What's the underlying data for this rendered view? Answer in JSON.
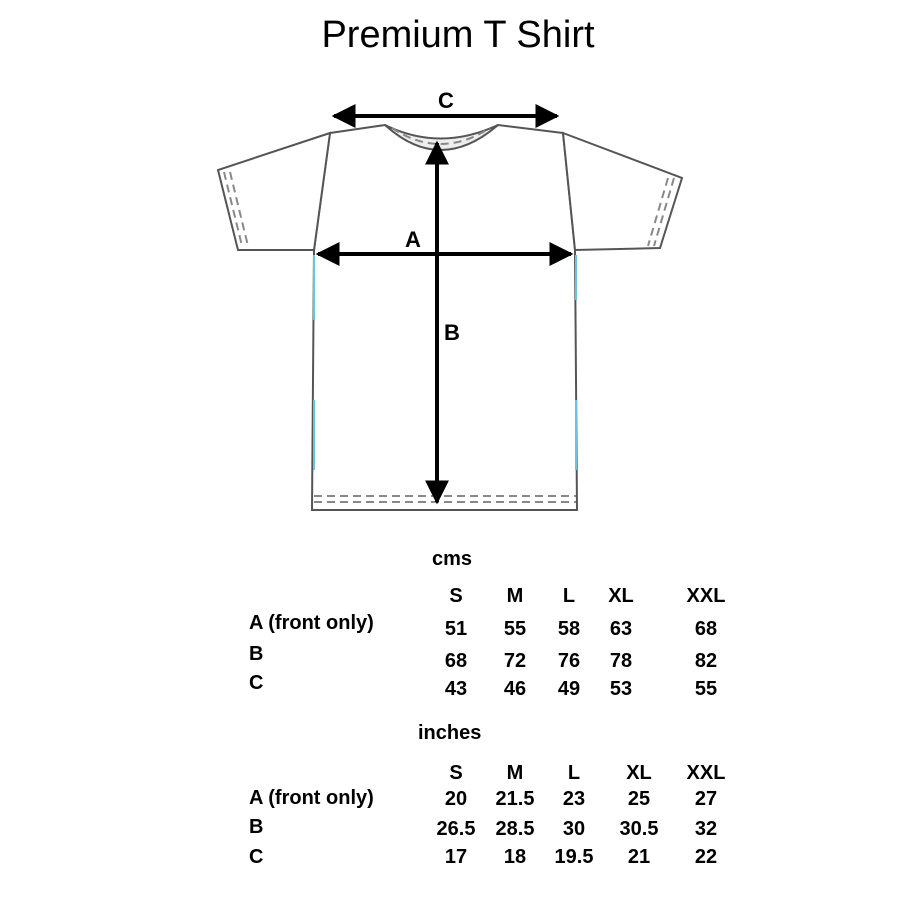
{
  "title": "Premium T Shirt",
  "diagram": {
    "label_a": "A",
    "label_b": "B",
    "label_c": "C"
  },
  "tables": [
    {
      "unit": "cms",
      "sizes": [
        "S",
        "M",
        "L",
        "XL",
        "XXL"
      ],
      "rows": [
        {
          "label": "A (front only)",
          "values": [
            "51",
            "55",
            "58",
            "63",
            "68"
          ]
        },
        {
          "label": "B",
          "values": [
            "68",
            "72",
            "76",
            "78",
            "82"
          ]
        },
        {
          "label": "C",
          "values": [
            "43",
            "46",
            "49",
            "53",
            "55"
          ]
        }
      ]
    },
    {
      "unit": "inches",
      "sizes": [
        "S",
        "M",
        "L",
        "XL",
        "XXL"
      ],
      "rows": [
        {
          "label": "A (front only)",
          "values": [
            "20",
            "21.5",
            "23",
            "25",
            "27"
          ]
        },
        {
          "label": "B",
          "values": [
            "26.5",
            "28.5",
            "30",
            "30.5",
            "32"
          ]
        },
        {
          "label": "C",
          "values": [
            "17",
            "18",
            "19.5",
            "21",
            "22"
          ]
        }
      ]
    }
  ]
}
